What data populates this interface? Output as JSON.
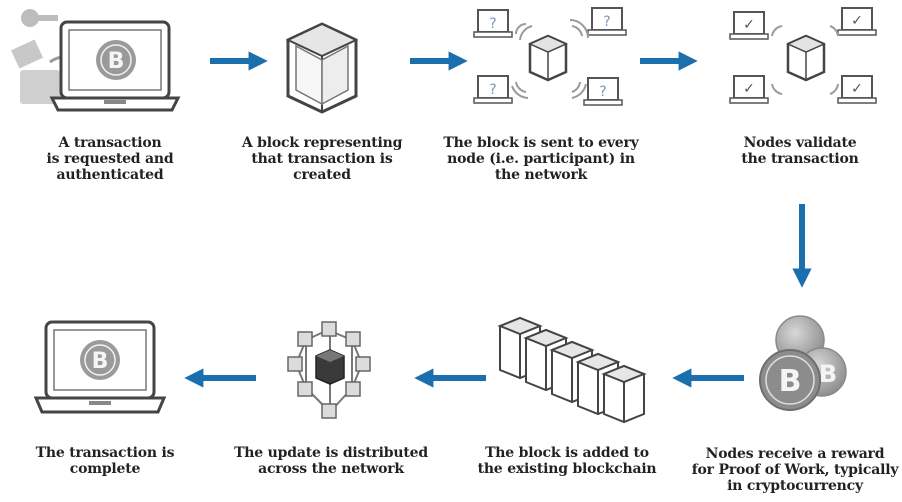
{
  "diagram": {
    "steps": [
      {
        "label": "A transaction\nis requested and\nauthenticated"
      },
      {
        "label": "A block representing\nthat transaction is\ncreated"
      },
      {
        "label": "The block is sent to every\nnode (i.e. participant) in\nthe network"
      },
      {
        "label": "Nodes validate\nthe transaction"
      },
      {
        "label": "Nodes receive a reward\nfor Proof of Work, typically\nin cryptocurrency"
      },
      {
        "label": "The block is added to\nthe existing blockchain"
      },
      {
        "label": "The update is distributed\nacross the network"
      },
      {
        "label": "The transaction is\ncomplete"
      }
    ],
    "bitcoin_symbol": "B",
    "question_mark": "?",
    "check_mark": "✓",
    "colors": {
      "arrow": "#1c6fad",
      "stroke": "#444444",
      "gray": "#9a9a9a",
      "dark": "#555555"
    },
    "icons": [
      "laptop-bitcoin-icon",
      "cube-icon",
      "network-broadcast-icon",
      "network-validate-icon",
      "coins-reward-icon",
      "blockchain-icon",
      "distributed-network-icon",
      "laptop-complete-icon"
    ]
  }
}
